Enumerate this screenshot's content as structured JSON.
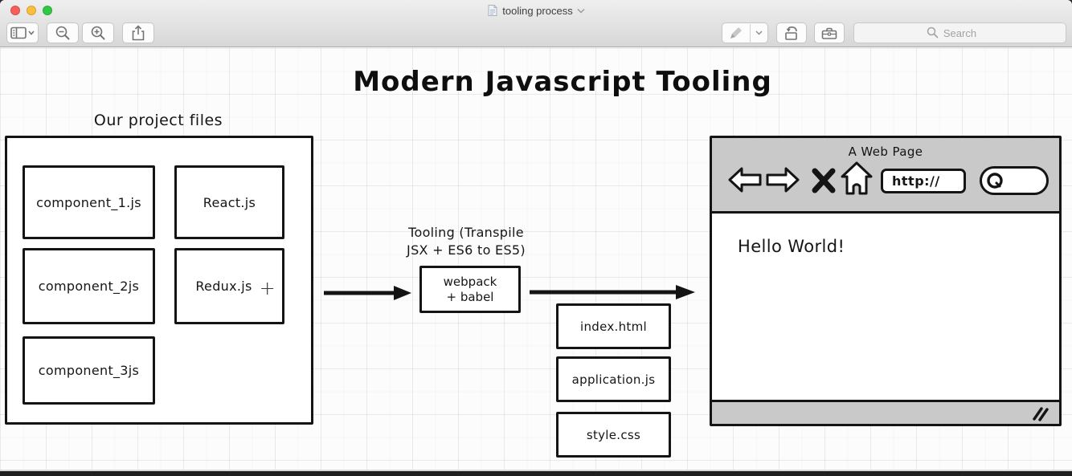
{
  "titlebar": {
    "title": "tooling process"
  },
  "toolbar": {
    "search_placeholder": "Search"
  },
  "diagram": {
    "title": "Modern Javascript Tooling",
    "project_label": "Our project files",
    "files": [
      "component_1.js",
      "React.js",
      "component_2js",
      "Redux.js",
      "component_3js"
    ],
    "redux_plus": "+",
    "tooling_label_line1": "Tooling (Transpile",
    "tooling_label_line2": "JSX + ES6 to ES5)",
    "webpack_line1": "webpack",
    "webpack_line2": "+ babel",
    "outputs": [
      "index.html",
      "application.js",
      "style.css"
    ],
    "browser": {
      "title": "A Web Page",
      "url": "http://",
      "content": "Hello World!"
    }
  },
  "colors": {
    "traffic_red": "#f95e57",
    "traffic_yellow": "#fdbd3e",
    "traffic_green": "#32c845",
    "ink": "#141414",
    "browser_chrome": "#c9c9c9"
  }
}
